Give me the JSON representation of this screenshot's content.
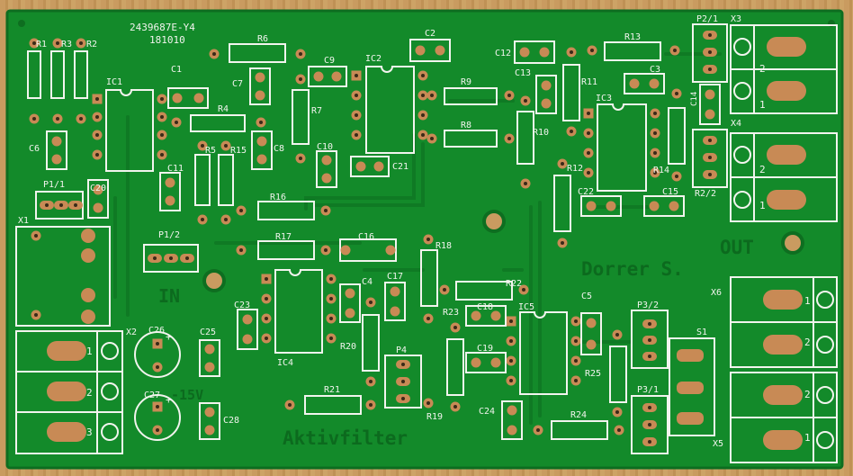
{
  "board": {
    "part_number": "2439687E-Y4",
    "date_code": "181010",
    "designer": "Dorrer S.",
    "name": "Aktivfilter",
    "input_label": "IN",
    "output_label": "OUT",
    "supply_label": "-15V",
    "colors": {
      "solder_mask": "#138a2a",
      "silkscreen": "#f2f4ee",
      "copper": "#c88a55",
      "wood": "#c99b60"
    }
  },
  "labels": {
    "R1": "R1",
    "R2": "R2",
    "R3": "R3",
    "R4": "R4",
    "R5": "R5",
    "R6": "R6",
    "R7": "R7",
    "R8": "R8",
    "R9": "R9",
    "R10": "R10",
    "R11": "R11",
    "R12": "R12",
    "R13": "R13",
    "R14": "R14",
    "R15": "R15",
    "R16": "R16",
    "R17": "R17",
    "R18": "R18",
    "R19": "R19",
    "R20": "R20",
    "R21": "R21",
    "R22": "R22",
    "R23": "R23",
    "R24": "R24",
    "R25": "R25",
    "C1": "C1",
    "C2": "C2",
    "C3": "C3",
    "C4": "C4",
    "C5": "C5",
    "C6": "C6",
    "C7": "C7",
    "C8": "C8",
    "C9": "C9",
    "C10": "C10",
    "C11": "C11",
    "C12": "C12",
    "C13": "C13",
    "C14": "C14",
    "C15": "C15",
    "C16": "C16",
    "C17": "C17",
    "C18": "C18",
    "C19": "C19",
    "C20": "C20",
    "C21": "C21",
    "C22": "C22",
    "C23": "C23",
    "C24": "C24",
    "C25": "C25",
    "C26": "C26",
    "C27": "C27",
    "C28": "C28",
    "IC1": "IC1",
    "IC2": "IC2",
    "IC3": "IC3",
    "IC4": "IC4",
    "IC5": "IC5",
    "P1_1": "P1/1",
    "P1_2": "P1/2",
    "P2_1": "P2/1",
    "R2_2": "R2/2",
    "P3_1": "P3/1",
    "P3_2": "P3/2",
    "P4": "P4",
    "X1": "X1",
    "X2": "X2",
    "X3": "X3",
    "X4": "X4",
    "X5": "X5",
    "X6": "X6",
    "S1": "S1",
    "n1": "1",
    "n2": "2",
    "n3": "3"
  }
}
